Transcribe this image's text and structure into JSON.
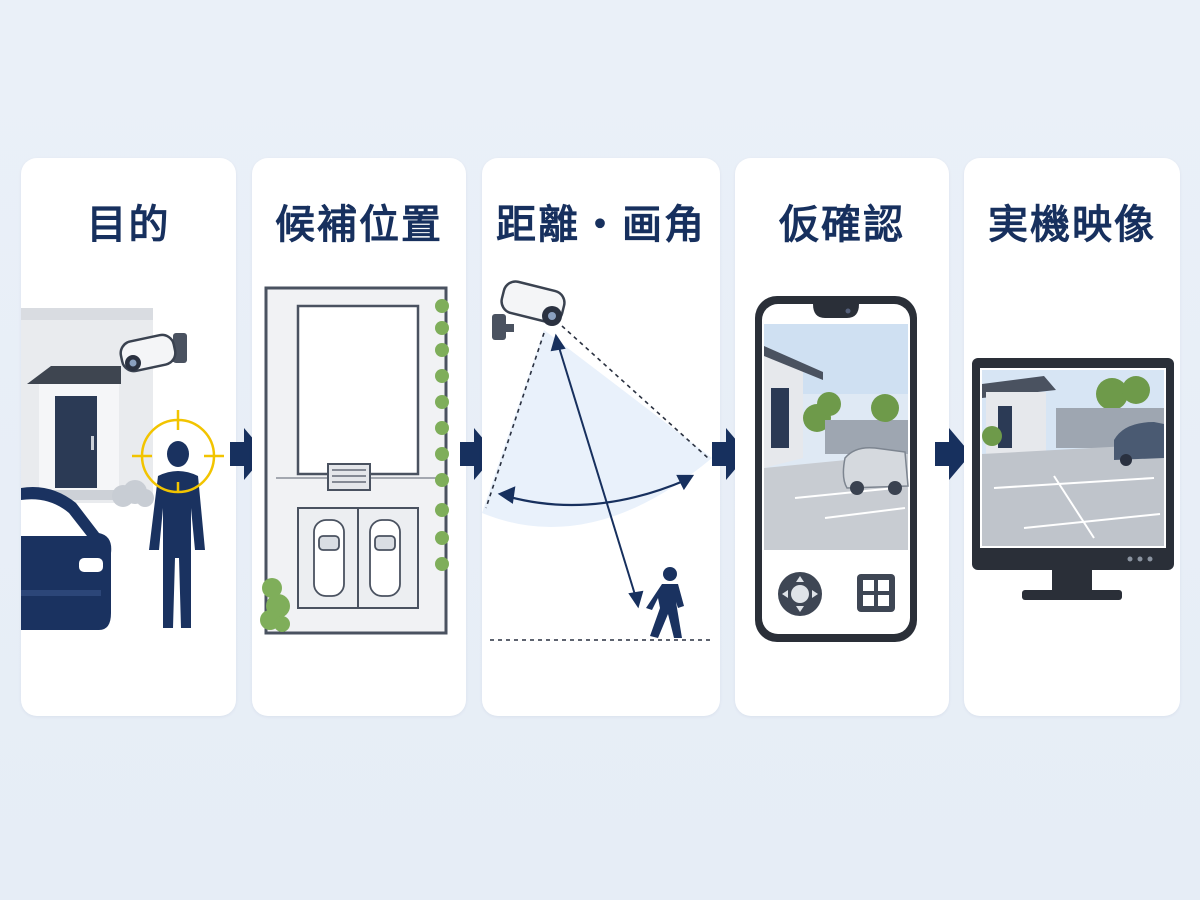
{
  "steps": [
    {
      "title": "目的"
    },
    {
      "title": "候補位置"
    },
    {
      "title": "距離・画角"
    },
    {
      "title": "仮確認"
    },
    {
      "title": "実機映像"
    }
  ],
  "colors": {
    "navy": "#17305e",
    "card": "#ffffff",
    "background": "#e8eef7",
    "target": "#f2c400",
    "greenery": "#7fae5a"
  }
}
